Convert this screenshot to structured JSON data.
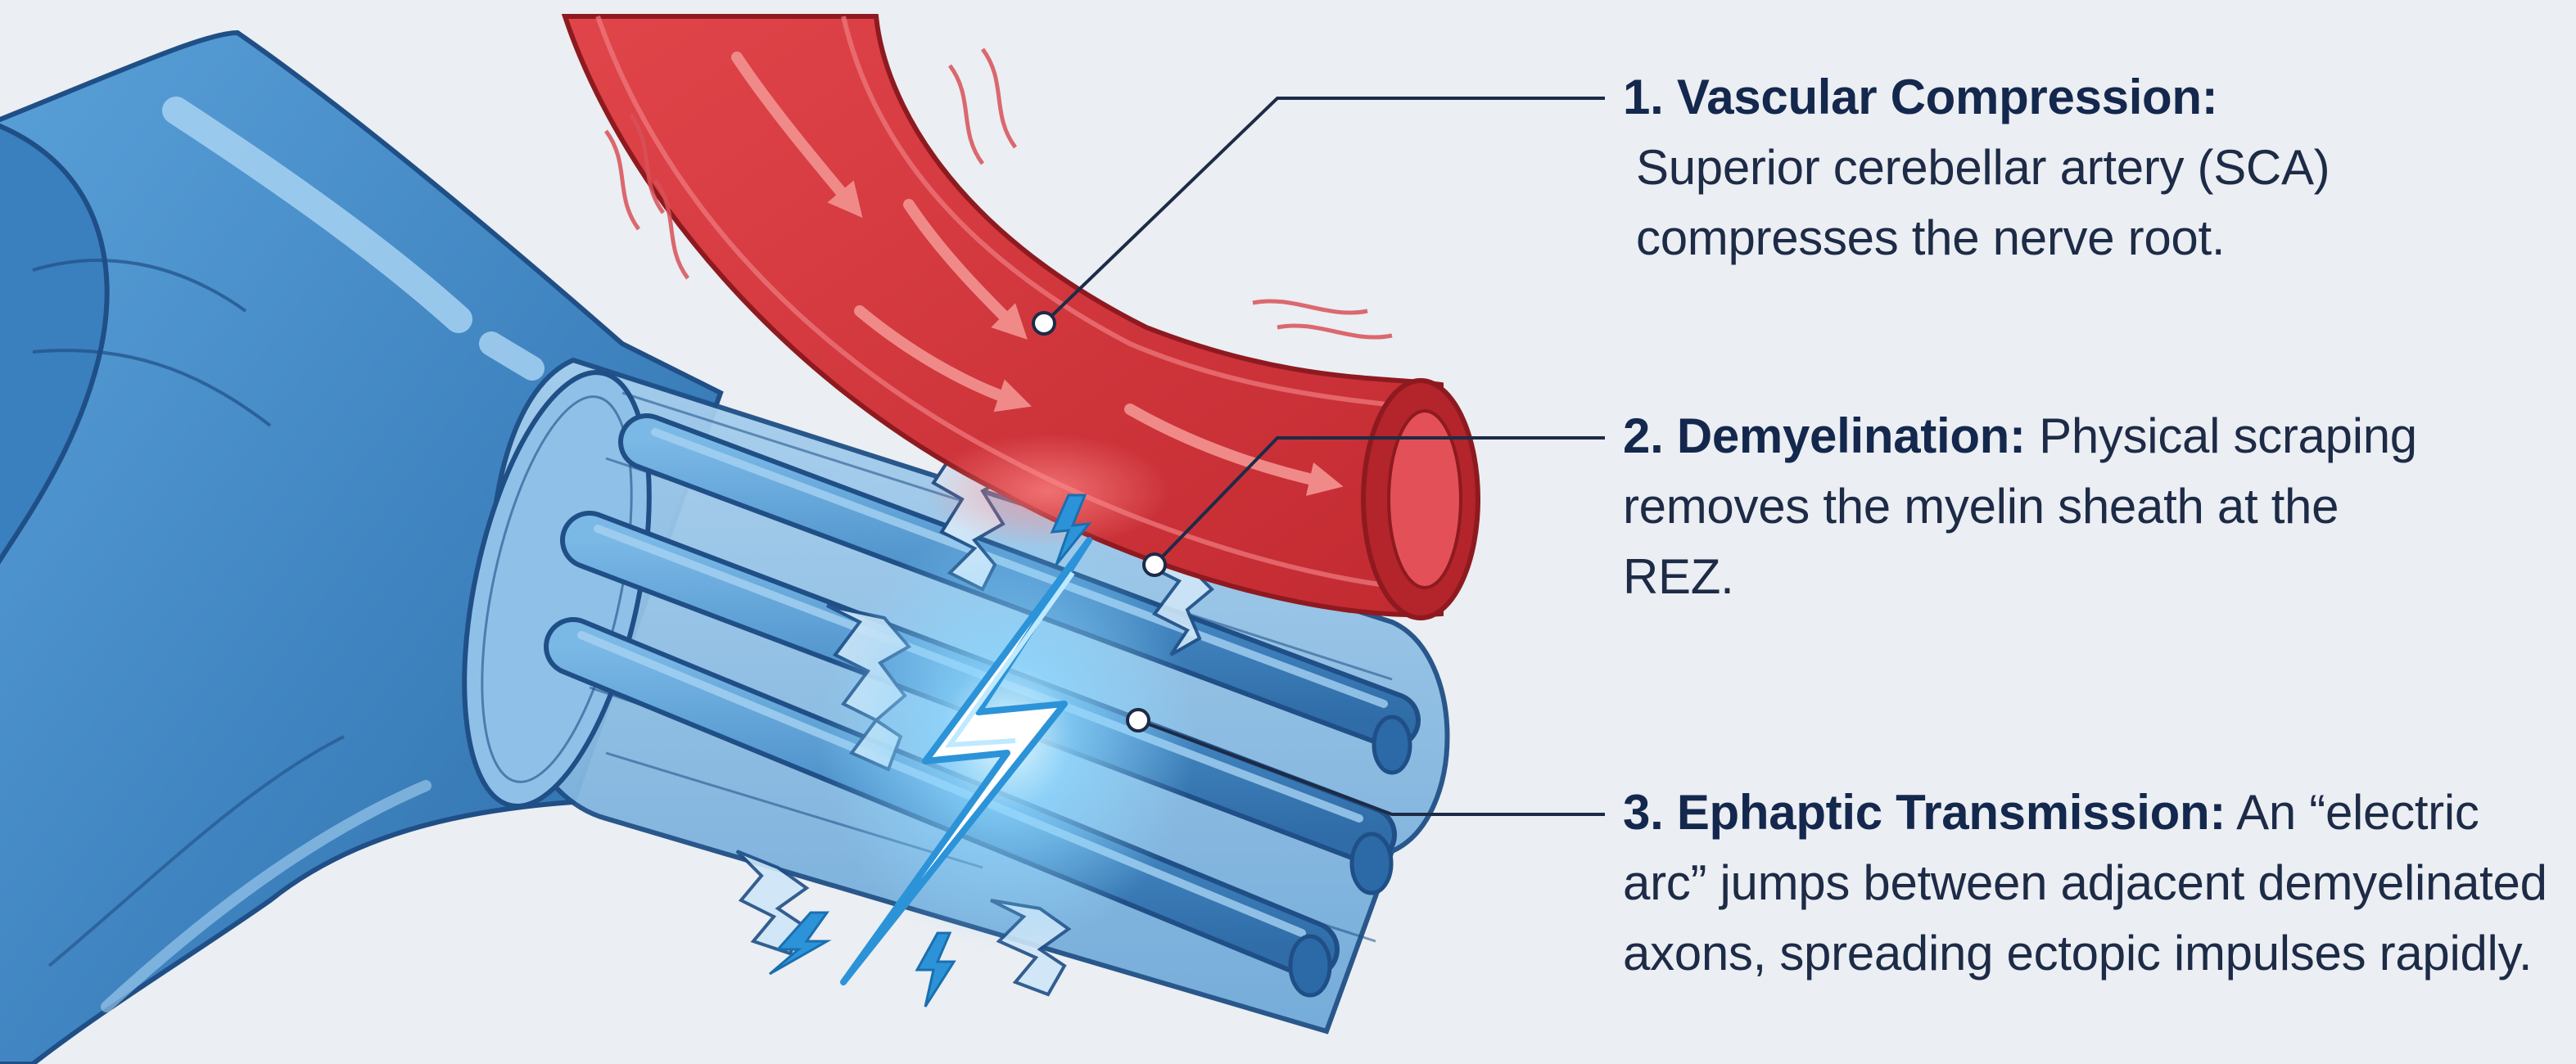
{
  "callouts": [
    {
      "number": "1.",
      "heading": "Vascular Compression:",
      "text": "Superior cerebellar artery (SCA) compresses the nerve root."
    },
    {
      "number": "2.",
      "heading": "Demyelination:",
      "text": "Physical scraping removes the myelin sheath at the REZ."
    },
    {
      "number": "3.",
      "heading": "Ephaptic Transmission:",
      "text": "An “electric arc” jumps between adjacent demyelinated axons, spreading ectopic impulses rapidly."
    }
  ],
  "colors": {
    "background": "#ebeef2",
    "nerve": "#4a8fc9",
    "nerve_dark": "#1f4f86",
    "artery": "#cf3238",
    "artery_dark": "#8e1a20",
    "spark": "#bfe9ff",
    "leader_line": "#1d2b47"
  },
  "icons": [
    "trigeminal-nerve-illustration",
    "artery-illustration",
    "electric-arc-icon",
    "spark-icon"
  ]
}
